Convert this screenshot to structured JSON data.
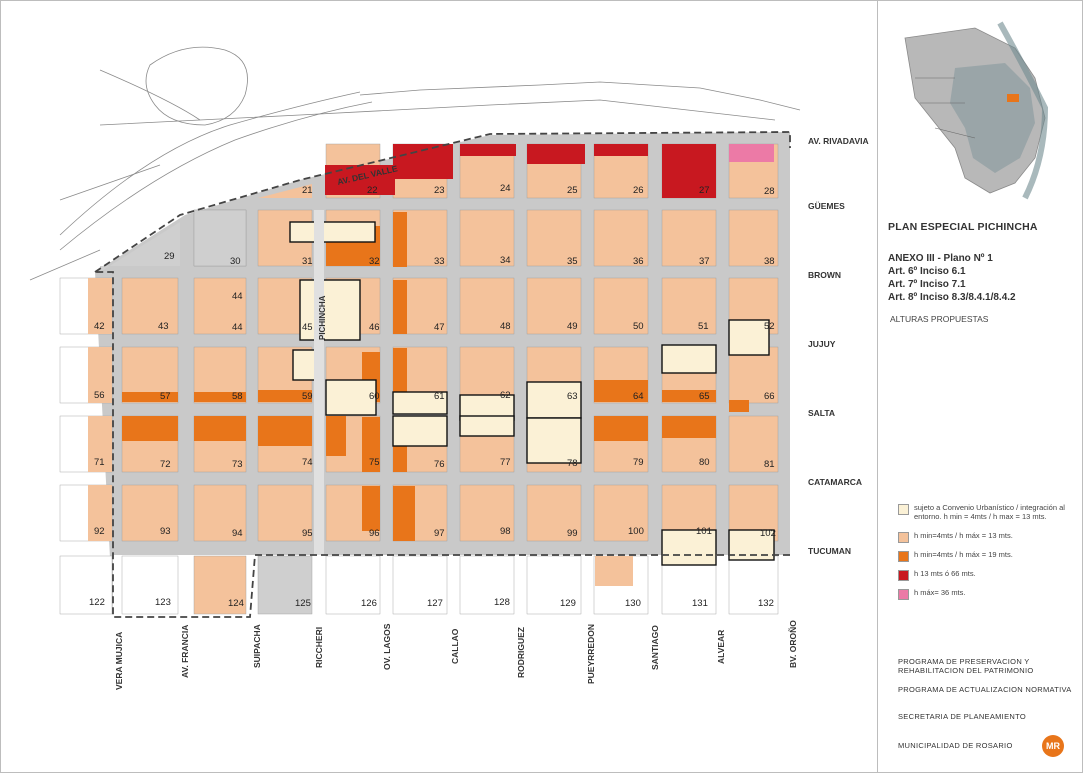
{
  "panel": {
    "title": "PLAN ESPECIAL PICHINCHA",
    "anexo_lines": [
      "ANEXO III - Plano Nº 1",
      "Art. 6º Inciso 6.1",
      "Art. 7º Inciso 7.1",
      "Art. 8º Inciso 8.3/8.4.1/8.4.2"
    ],
    "subtitle": "ALTURAS PROPUESTAS"
  },
  "legend": [
    {
      "label": "sujeto a Convenio Urbanístico / integración al entorno. h min = 4mts / h max = 13 mts.",
      "color": "#fbf1d6"
    },
    {
      "label": "h min=4mts / h máx = 13 mts.",
      "color": "#f4c29b"
    },
    {
      "label": "h min=4mts / h máx = 19 mts.",
      "color": "#e8751a"
    },
    {
      "label": "h 13 mts ó 66 mts.",
      "color": "#c81820"
    },
    {
      "label": "h máx= 36 mts.",
      "color": "#ec7aa6"
    }
  ],
  "footer": {
    "program1": "PROGRAMA DE PRESERVACION Y REHABILITACION DEL PATRIMONIO",
    "program2": "PROGRAMA DE ACTUALIZACION NORMATIVA",
    "secretaria": "SECRETARIA DE PLANEAMIENTO",
    "municipio": "MUNICIPALIDAD DE ROSARIO",
    "logo": "MR"
  },
  "streets": {
    "horizontal": [
      "AV. RIVADAVIA",
      "GÜEMES",
      "BROWN",
      "JUJUY",
      "SALTA",
      "CATAMARCA",
      "TUCUMAN"
    ],
    "vertical": [
      "VERA MUJICA",
      "AV. FRANCIA",
      "SUIPACHA",
      "RICCHERI",
      "OV. LAGOS",
      "CALLAO",
      "RODRIGUEZ",
      "PUEYRREDON",
      "SANTIAGO",
      "ALVEAR",
      "BV. OROÑO"
    ],
    "diagonal": "AV. DEL VALLE",
    "pichincha": "PICHINCHA"
  },
  "blocks": {
    "row_guemes": [
      "21",
      "22",
      "23",
      "24",
      "25",
      "26",
      "27",
      "28"
    ],
    "row_brown": [
      "29",
      "30",
      "31",
      "32",
      "33",
      "34",
      "35",
      "36",
      "37",
      "38"
    ],
    "row_jujuy": [
      "42",
      "43",
      "44",
      "44",
      "45",
      "46",
      "47",
      "48",
      "49",
      "50",
      "51",
      "52"
    ],
    "row_salta": [
      "56",
      "57",
      "58",
      "59",
      "60",
      "61",
      "62",
      "63",
      "64",
      "65",
      "66"
    ],
    "row_catamarca": [
      "71",
      "72",
      "73",
      "74",
      "75",
      "76",
      "77",
      "78",
      "79",
      "80",
      "81"
    ],
    "row_tucuman": [
      "92",
      "93",
      "94",
      "95",
      "96",
      "97",
      "98",
      "99",
      "100",
      "101",
      "102"
    ],
    "row_south": [
      "122",
      "123",
      "124",
      "125",
      "126",
      "127",
      "128",
      "129",
      "130",
      "131",
      "132"
    ]
  },
  "colors": {
    "street": "#c9c9c9",
    "base": "#f4c29b",
    "convenio": "#fbf1d6",
    "orange": "#e8751a",
    "red": "#c81820",
    "pink": "#ec7aa6",
    "gray_block": "#cfcfcf",
    "lines": "#9a9a9a"
  }
}
